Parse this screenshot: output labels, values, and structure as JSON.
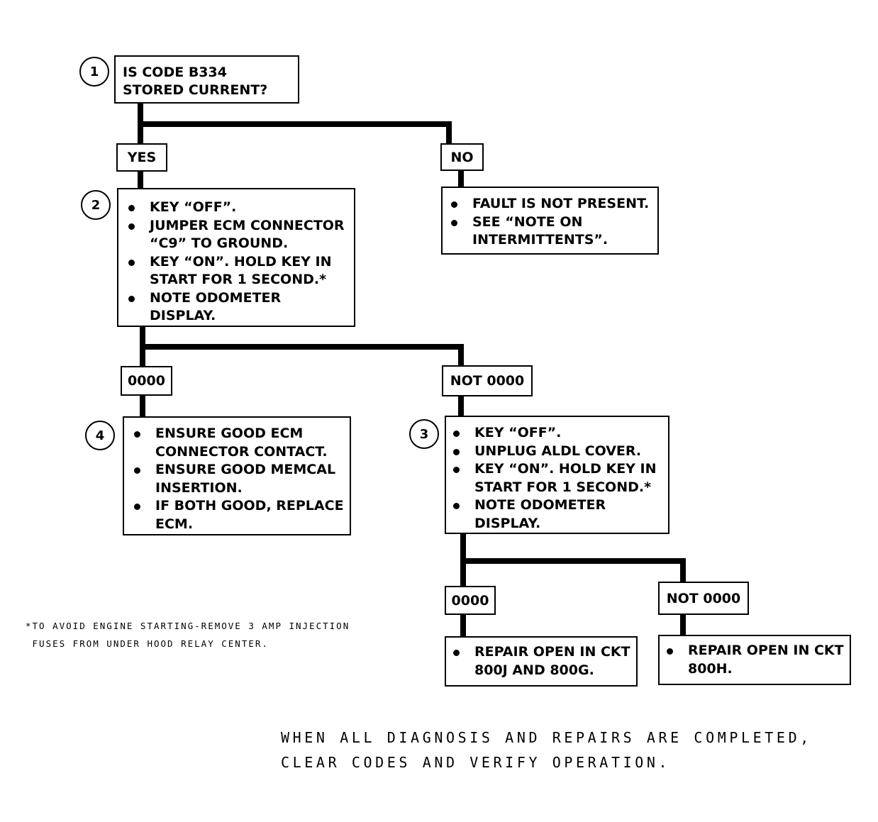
{
  "question": {
    "step": "1",
    "text": "IS CODE B334 STORED CURRENT?"
  },
  "branch_labels": {
    "yes": "YES",
    "no": "NO",
    "step2_zero": "0000",
    "step2_not_zero": "NOT 0000",
    "step3_zero": "0000",
    "step3_not_zero": "NOT 0000"
  },
  "step2": {
    "number": "2",
    "items": [
      "KEY “OFF”.",
      "JUMPER ECM CONNECTOR “C9” TO GROUND.",
      "KEY “ON”.  HOLD KEY IN START FOR 1 SECOND.*",
      "NOTE ODOMETER DISPLAY."
    ]
  },
  "no_box": {
    "items": [
      "FAULT IS NOT PRESENT.",
      "SEE “NOTE ON INTERMITTENTS”."
    ]
  },
  "step4": {
    "number": "4",
    "items": [
      "ENSURE GOOD ECM CONNECTOR CONTACT.",
      "ENSURE GOOD MEMCAL INSERTION.",
      "IF BOTH GOOD, REPLACE ECM."
    ]
  },
  "step3": {
    "number": "3",
    "items": [
      "KEY  “OFF”.",
      "UNPLUG ALDL COVER.",
      "KEY “ON”.  HOLD KEY IN START FOR 1 SECOND.*",
      "NOTE ODOMETER DISPLAY."
    ]
  },
  "repair_a": {
    "items": [
      "REPAIR OPEN IN CKT 800J AND 800G."
    ]
  },
  "repair_b": {
    "items": [
      "REPAIR OPEN IN CKT 800H."
    ]
  },
  "footnote": "*TO AVOID ENGINE STARTING-REMOVE 3 AMP INJECTION\n FUSES FROM UNDER HOOD RELAY CENTER.",
  "final_note": "WHEN ALL DIAGNOSIS AND REPAIRS ARE COMPLETED,\nCLEAR CODES AND VERIFY OPERATION."
}
